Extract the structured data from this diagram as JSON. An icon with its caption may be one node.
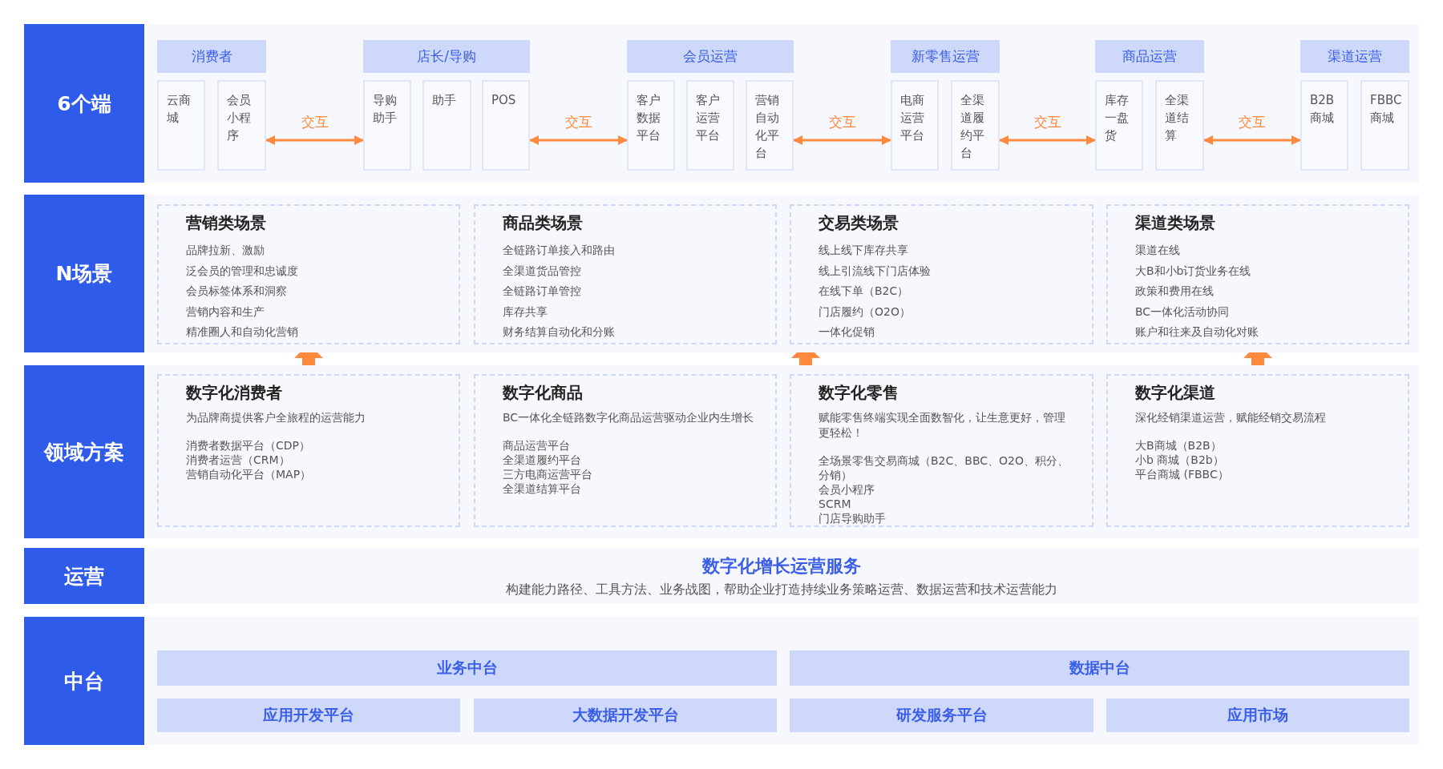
{
  "diagram": {
    "nodes": [
      {
        "text": [
          "6个端"
        ]
      },
      {
        "text": [
          "消费者"
        ]
      },
      {
        "text": [
          "云商城"
        ]
      },
      {
        "text": [
          "会员小程序"
        ]
      },
      {
        "text": [
          "店长/导购"
        ]
      },
      {
        "text": [
          "导购助手"
        ]
      },
      {
        "text": [
          "助手"
        ]
      },
      {
        "text": [
          "POS"
        ]
      },
      {
        "text": [
          "会员运营"
        ]
      },
      {
        "text": [
          "客户数据平台"
        ]
      },
      {
        "text": [
          "客户运营平台"
        ]
      },
      {
        "text": [
          "营销自动化平台"
        ]
      },
      {
        "text": [
          "新零售运营"
        ]
      },
      {
        "text": [
          "电商运营平台"
        ]
      },
      {
        "text": [
          "全渠道履约平台"
        ]
      },
      {
        "text": [
          "商品运营"
        ]
      },
      {
        "text": [
          "库存一盘货"
        ]
      },
      {
        "text": [
          "全渠道结算"
        ]
      },
      {
        "text": [
          "渠道运营"
        ]
      },
      {
        "text": [
          "B2B商城"
        ]
      },
      {
        "text": [
          "FBBC商城"
        ]
      },
      {
        "text": [
          "N场景"
        ]
      },
      {
        "text": [
          "营销类场景",
          "品牌拉新、激励",
          "泛会员的管理和忠诚度",
          "会员标签体系和洞察",
          "营销内容和生产",
          "精准圈人和自动化营销"
        ]
      },
      {
        "text": [
          "商品类场景",
          "全链路订单接入和路由",
          "全渠道货品管控",
          "全链路订单管控",
          "库存共享",
          "财务结算自动化和分账"
        ]
      },
      {
        "text": [
          "交易类场景",
          "线上线下库存共享",
          "线上引流线下门店体验",
          "在线下单（B2C）",
          "门店履约（O2O）",
          "一体化促销"
        ]
      },
      {
        "text": [
          "渠道类场景",
          "渠道在线",
          "大B和小b订货业务在线",
          "政策和费用在线",
          "BC一体化活动协同",
          "账户和往来及自动化对账"
        ]
      },
      {
        "text": [
          "领域方案"
        ]
      },
      {
        "text": [
          "数字化消费者",
          "为品牌商提供客户全旅程的运营能力",
          "消费者数据平台（CDP）",
          "消费者运营（CRM）",
          "营销自动化平台（MAP）"
        ]
      },
      {
        "text": [
          "数字化商品",
          "BC一体化全链路数字化商品运营驱动企业内生增长",
          "商品运营平台",
          "全渠道履约平台",
          "三方电商运营平台",
          "全渠道结算平台"
        ]
      },
      {
        "text": [
          "数字化零售",
          "赋能零售终端实现全面数智化，让生意更好，管理更轻松！",
          "全场景零售交易商城（B2C、BBC、O2O、积分、分销）",
          "会员小程序",
          "SCRM",
          "门店导购助手"
        ]
      },
      {
        "text": [
          "数字化渠道",
          "深化经销渠道运营，赋能经销交易流程",
          "大B商城（B2B）",
          "小b 商城（B2b）",
          "平台商城 (FBBC）"
        ]
      },
      {
        "text": [
          "运营"
        ]
      },
      {
        "text": [
          "数字化增长运营服务",
          "构建能力路径、工具方法、业务战图，帮助企业打造持续业务策略运营、数据运营和技术运营能力"
        ]
      },
      {
        "text": [
          "中台"
        ]
      },
      {
        "text": [
          "业务中台"
        ]
      },
      {
        "text": [
          "数据中台"
        ]
      },
      {
        "text": [
          "应用开发平台"
        ]
      },
      {
        "text": [
          "大数据开发平台"
        ]
      },
      {
        "text": [
          "研发服务平台"
        ]
      },
      {
        "text": [
          "应用市场"
        ]
      }
    ],
    "edges": [
      {
        "from": 3,
        "to": 5,
        "arrow": "both",
        "label": "交互"
      },
      {
        "from": 7,
        "to": 9,
        "arrow": "both",
        "label": "交互"
      },
      {
        "from": 11,
        "to": 13,
        "arrow": "both",
        "label": "交互"
      },
      {
        "from": 14,
        "to": 16,
        "arrow": "both",
        "label": "交互"
      },
      {
        "from": 17,
        "to": 19,
        "arrow": "both",
        "label": "交互"
      },
      {
        "from": 27,
        "to": 22,
        "arrow": "to",
        "style": "thick"
      },
      {
        "from": 29,
        "to": 24,
        "arrow": "to",
        "style": "thick"
      },
      {
        "from": 30,
        "to": 25,
        "arrow": "to",
        "style": "thick"
      }
    ]
  }
}
